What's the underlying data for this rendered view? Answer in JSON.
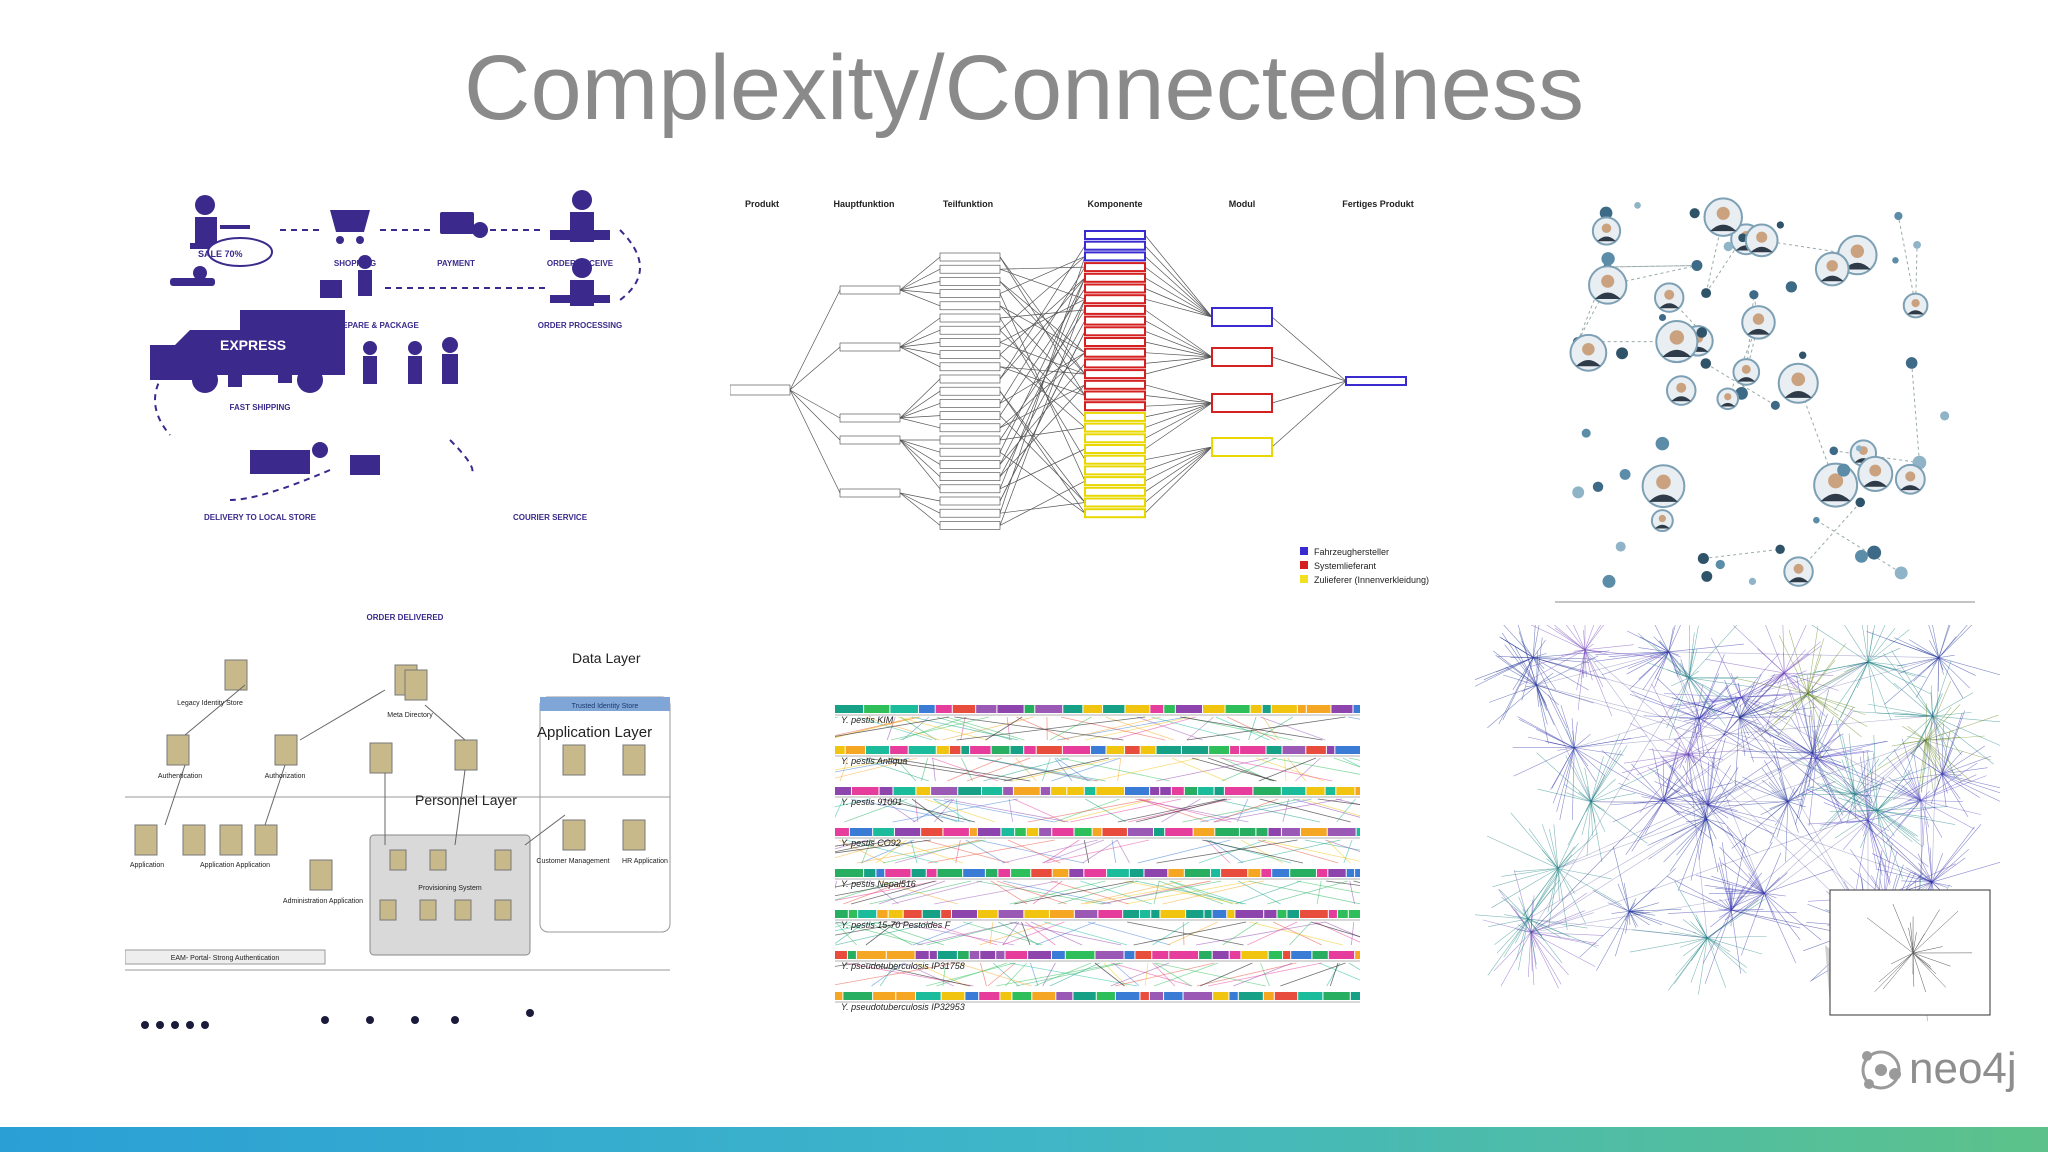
{
  "slide": {
    "title": "Complexity/Connectedness",
    "accent_bar_colors": [
      "#2a9fd6",
      "#3fb6c8",
      "#5cc28a"
    ]
  },
  "logistics": {
    "labels": {
      "shopping": "SHOPPING",
      "payment": "PAYMENT",
      "order_receive": "ORDER RECEIVE",
      "fast_shipping": "FAST SHIPPING",
      "prepare_package": "PREPARE & PACKAGE",
      "order_processing": "ORDER PROCESSING",
      "delivery_local": "DELIVERY TO LOCAL STORE",
      "courier": "COURIER SERVICE",
      "order_delivered": "ORDER DELIVERED",
      "express": "EXPRESS",
      "sale": "SALE 70%"
    },
    "icon_color": "#3b2a8c"
  },
  "product_tree": {
    "headers": [
      "Produkt",
      "Hauptfunktion",
      "Teilfunktion",
      "Komponente",
      "Modul",
      "Fertiges Produkt"
    ],
    "legend": [
      {
        "label": "Fahrzeughersteller",
        "color": "#3a2bd0"
      },
      {
        "label": "Systemlieferant",
        "color": "#d42020"
      },
      {
        "label": "Zulieferer (Innenverkleidung)",
        "color": "#f0e020"
      }
    ]
  },
  "architecture": {
    "layers": {
      "data": "Data Layer",
      "application": "Application Layer",
      "personnel": "Personnel Layer"
    },
    "labels": {
      "trusted_store": "Trusted Identity Store",
      "legacy": "Legacy Identity Store",
      "meta": "Meta Directory",
      "authentication": "Authentication",
      "authorization": "Authorization",
      "application": "Application",
      "app_app": "Application Application",
      "admin_app": "Administration Application",
      "customer_mgmt": "Customer Management",
      "hr_app": "HR Application",
      "provisioning": "Provisioning System",
      "eam": "EAM- Portal- Strong Authentication"
    }
  },
  "genome": {
    "tracks": [
      "Y. pestis KIM",
      "Y. pestis Antiqua",
      "Y. pestis 91001",
      "Y. pestis CO92",
      "Y. pestis Nepal516",
      "Y. pestis 15-70 Pestoides F",
      "Y. pseudotuberculosis IP31758",
      "Y. pseudotuberculosis IP32953"
    ]
  },
  "logo": {
    "text": "neo4j"
  }
}
